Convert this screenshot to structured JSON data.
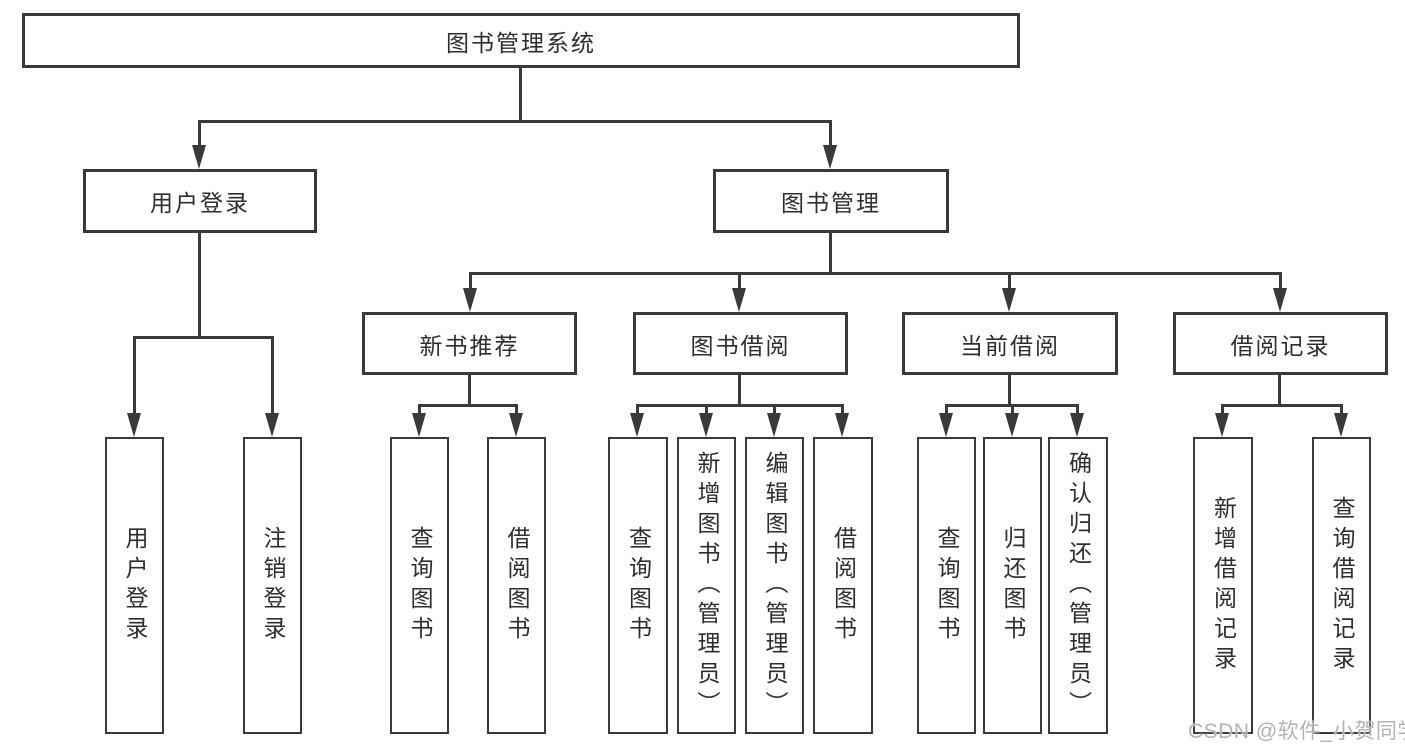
{
  "tree": {
    "root": {
      "label": "图书管理系统"
    },
    "children": [
      {
        "label": "用户登录",
        "children": [
          {
            "label": "用户登录"
          },
          {
            "label": "注销登录"
          }
        ]
      },
      {
        "label": "图书管理",
        "children": [
          {
            "label": "新书推荐",
            "children": [
              {
                "label": "查询图书"
              },
              {
                "label": "借阅图书"
              }
            ]
          },
          {
            "label": "图书借阅",
            "children": [
              {
                "label": "查询图书"
              },
              {
                "label": "新增图书（管理员）"
              },
              {
                "label": "编辑图书（管理员）"
              },
              {
                "label": "借阅图书"
              }
            ]
          },
          {
            "label": "当前借阅",
            "children": [
              {
                "label": "查询图书"
              },
              {
                "label": "归还图书"
              },
              {
                "label": "确认归还（管理员）"
              }
            ]
          },
          {
            "label": "借阅记录",
            "children": [
              {
                "label": "新增借阅记录"
              },
              {
                "label": "查询借阅记录"
              }
            ]
          }
        ]
      }
    ]
  },
  "watermark": {
    "text": "CSDN @软件_小贺同学",
    "color": "#b3b3b3"
  },
  "colors": {
    "line": "#3a3a3a",
    "text": "#2e2e2e",
    "background": "#ffffff"
  }
}
